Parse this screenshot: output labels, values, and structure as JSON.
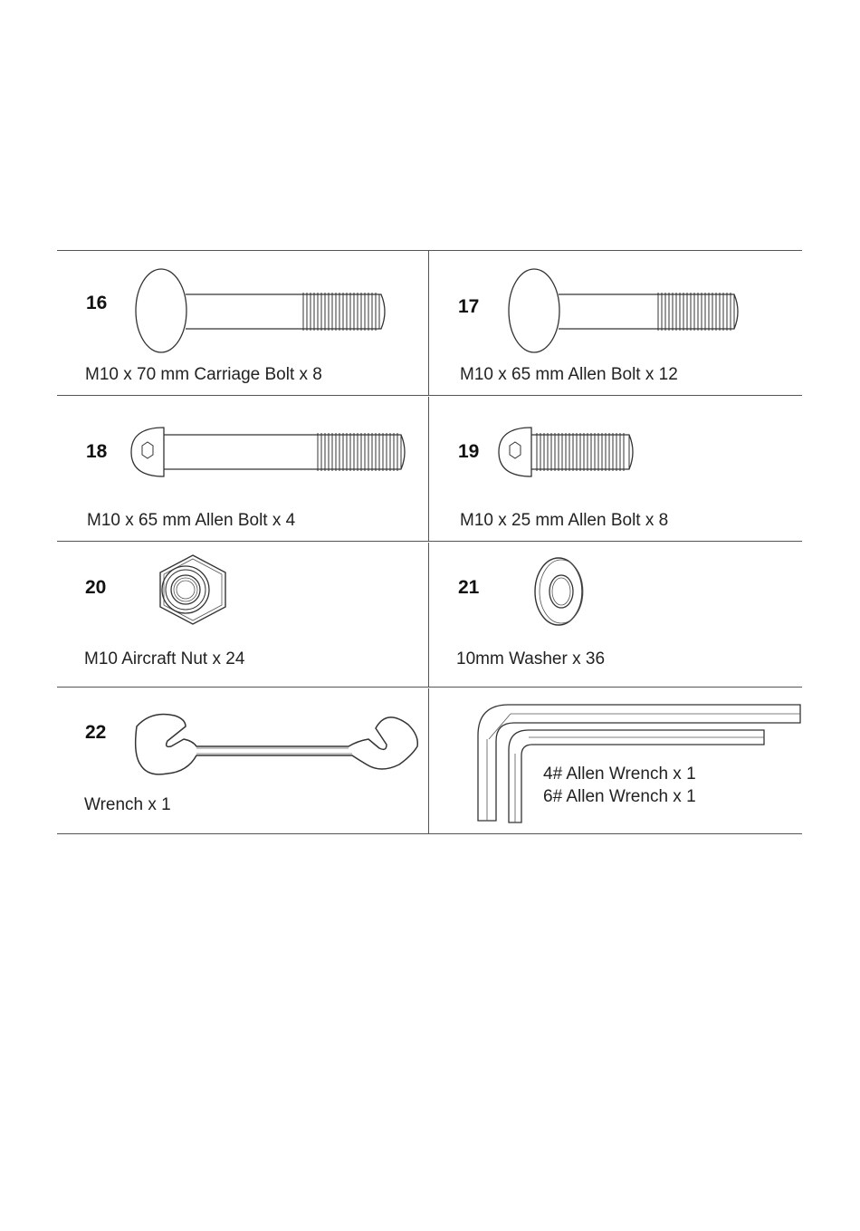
{
  "parts": [
    {
      "number": "16",
      "description": "M10 x 70 mm Carriage Bolt x 8",
      "icon": "carriage-bolt-icon"
    },
    {
      "number": "17",
      "description": "M10 x 65 mm Allen Bolt  x  12",
      "icon": "carriage-bolt-icon"
    },
    {
      "number": "18",
      "description": "M10 x 65 mm Allen Bolt  x  4",
      "icon": "allen-bolt-long-icon"
    },
    {
      "number": "19",
      "description": "M10 x 25 mm Allen Bolt  x  8",
      "icon": "allen-bolt-short-icon"
    },
    {
      "number": "20",
      "description": "M10 Aircraft Nut x 24",
      "icon": "aircraft-nut-icon"
    },
    {
      "number": "21",
      "description": "10mm Washer x 36",
      "icon": "washer-icon"
    },
    {
      "number": "22",
      "description": "Wrench x 1",
      "icon": "wrench-icon"
    }
  ],
  "allen_wrenches": {
    "line1": "4# Allen Wrench x 1",
    "line2": "6# Allen Wrench x 1",
    "icon": "allen-wrench-icon"
  }
}
